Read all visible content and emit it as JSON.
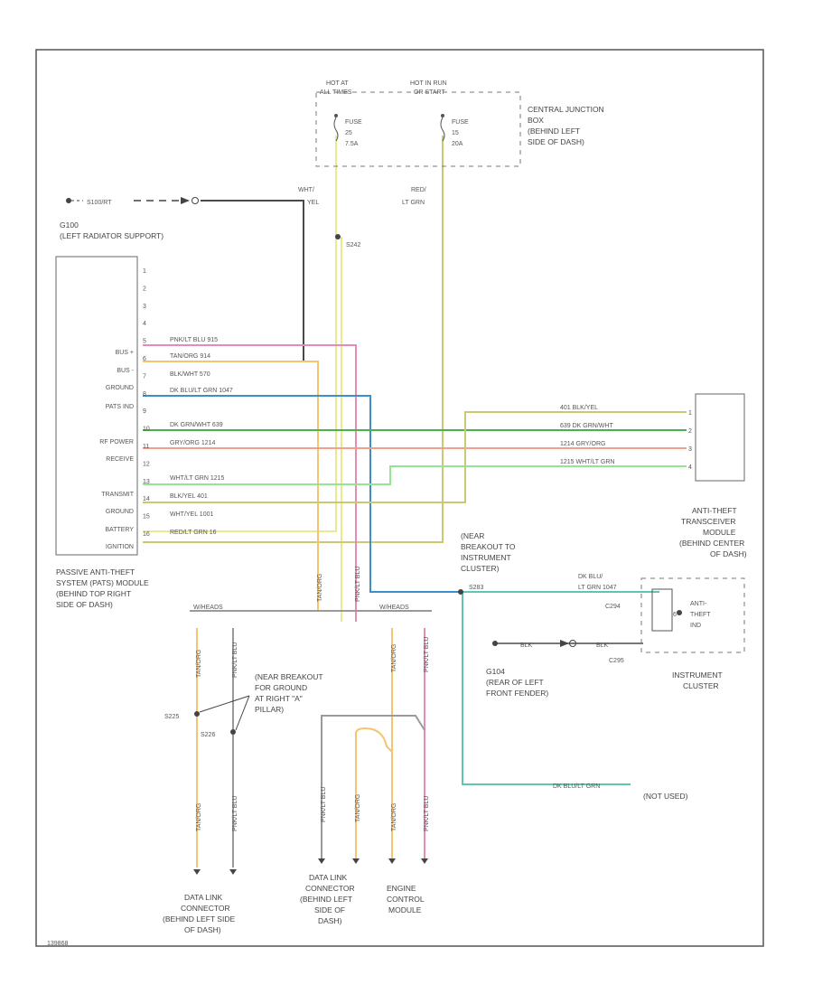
{
  "wire_colors": {
    "black": "#4a4a4a",
    "yellow": "#e9ea8e",
    "olive": "#c9c972",
    "light_green": "#93e493",
    "pink": "#e58bb5",
    "orange": "#f5c46e",
    "dark_blue": "#3d8ec9",
    "teal": "#5fc7b0",
    "green": "#47b34a",
    "salmon": "#f0a08a",
    "gray": "#9a9a9a"
  },
  "diagram": {
    "fuse_box": {
      "hot_left": [
        "HOT AT",
        "ALL TIMES"
      ],
      "hot_right": [
        "HOT IN RUN",
        "OR START"
      ],
      "fuse_left": [
        "FUSE",
        "25",
        "7.5A"
      ],
      "fuse_right": [
        "FUSE",
        "15",
        "20A"
      ],
      "name": [
        "CENTRAL JUNCTION",
        "BOX",
        "(BEHIND LEFT",
        "SIDE OF DASH)"
      ]
    },
    "ground_top": "S100/RT",
    "ground_top_label": [
      "G100",
      "(LEFT RADIATOR SUPPORT)"
    ],
    "wire_wht_yel": [
      "WHT/",
      "YEL"
    ],
    "wire_red_ltgrn": [
      "RED/",
      "LT GRN"
    ],
    "splice_s242": "S242",
    "pats_module": {
      "pins": [
        "1",
        "2",
        "3",
        "4",
        "5",
        "6",
        "7",
        "8",
        "9",
        "10",
        "11",
        "12",
        "13",
        "14",
        "15",
        "16"
      ],
      "labels": [
        "BUS +",
        "BUS -",
        "GROUND",
        "PATS IND",
        "RF POWER",
        "RECEIVE",
        "TRANSMIT",
        "GROUND",
        "BATTERY",
        "IGNITION"
      ],
      "wires": [
        "PNK/LT BLU   915",
        "TAN/ORG   914",
        "BLK/WHT   570",
        "DK BLU/LT GRN   1047",
        "DK GRN/WHT   639",
        "GRY/ORG   1214",
        "WHT/LT GRN   1215",
        "BLK/YEL   401",
        "WHT/YEL   1001",
        "RED/LT GRN   16"
      ],
      "name": [
        "PASSIVE ANTI-THEFT",
        "SYSTEM (PATS) MODULE",
        "(BEHIND TOP RIGHT",
        "SIDE OF DASH)"
      ]
    },
    "transceiver": {
      "wires": [
        "401   BLK/YEL",
        "639   DK GRN/WHT",
        "1214   GRY/ORG",
        "1215   WHT/LT GRN"
      ],
      "pins": [
        "1",
        "2",
        "3",
        "4"
      ],
      "name": [
        "ANTI-THEFT",
        "TRANSCEIVER",
        "MODULE",
        "(BEHIND CENTER",
        "OF DASH)"
      ]
    },
    "breakout": [
      "(NEAR",
      "BREAKOUT TO",
      "INSTRUMENT",
      "CLUSTER)"
    ],
    "splice_s283": "S283",
    "cluster": {
      "wire": [
        "DK BLU/",
        "LT GRN   1047"
      ],
      "c": [
        "C294",
        "C295"
      ],
      "ind": [
        "ANTI-",
        "THEFT",
        "IND"
      ],
      "pin": "6",
      "name": [
        "INSTRUMENT",
        "CLUSTER"
      ],
      "blk": [
        "BLK",
        "BLK"
      ]
    },
    "ground_g104": [
      "G104",
      "(REAR OF LEFT",
      "FRONT FENDER)"
    ],
    "tan_wires": [
      "TAN/ORG",
      "TAN/",
      "ORG"
    ],
    "pnk_wires": [
      "PNK/LT BLU",
      "PNK/",
      "LT BLU"
    ],
    "harness_labels": [
      "W/HEADS",
      "W/HEADS"
    ],
    "ground_near": [
      "(NEAR BREAKOUT",
      "FOR GROUND",
      "AT RIGHT \"A\"",
      "PILLAR)"
    ],
    "splices_dlc": [
      "S225",
      "S226"
    ],
    "not_used_wire": "DK BLU/LT GRN",
    "not_used": "(NOT USED)",
    "dlc1_name": [
      "DATA LINK",
      "CONNECTOR",
      "(BEHIND LEFT SIDE",
      "OF DASH)"
    ],
    "dlc2_name": [
      "DATA LINK",
      "CONNECTOR",
      "(BEHIND LEFT",
      "SIDE OF",
      "DASH)"
    ],
    "ecm_name": [
      "ENGINE",
      "CONTROL",
      "MODULE"
    ],
    "footer_code": "139868"
  }
}
